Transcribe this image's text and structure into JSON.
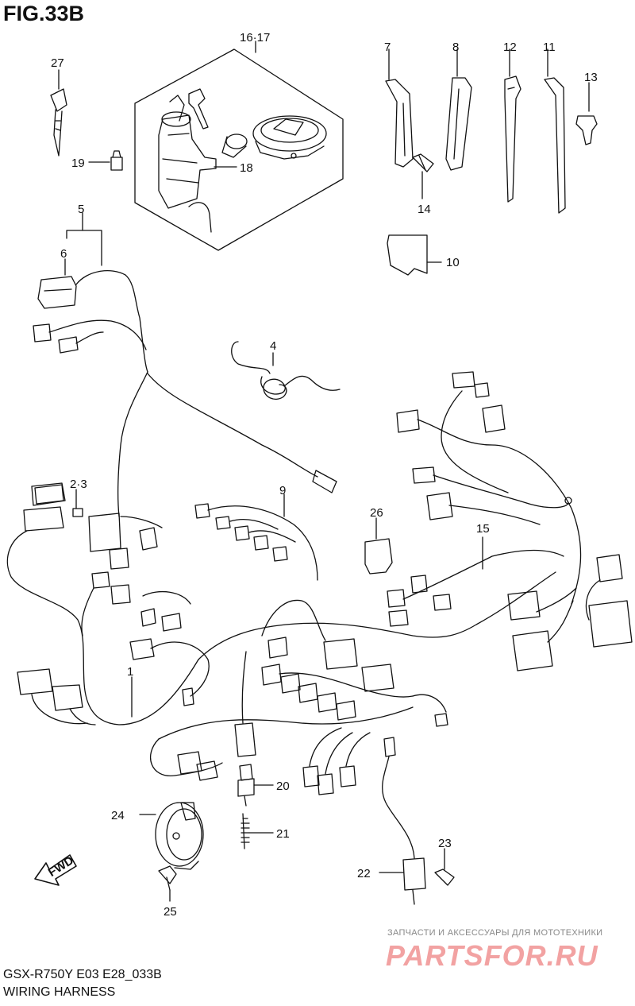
{
  "figure": {
    "title": "FIG.33B",
    "model_code": "GSX-R750Y E03 E28_033B",
    "section_name": "WIRING HARNESS"
  },
  "callouts": [
    "1",
    "2·3",
    "4",
    "5",
    "6",
    "7",
    "8",
    "9",
    "10",
    "11",
    "12",
    "13",
    "14",
    "15",
    "16·17",
    "18",
    "19",
    "20",
    "21",
    "22",
    "23",
    "24",
    "25",
    "26",
    "27"
  ],
  "direction_badge": "FWD",
  "watermark": {
    "tagline": "ЗАПЧАСТИ И АКСЕССУАРЫ ДЛЯ МОТОТЕХНИКИ",
    "brand": "PARTSFOR.RU"
  }
}
